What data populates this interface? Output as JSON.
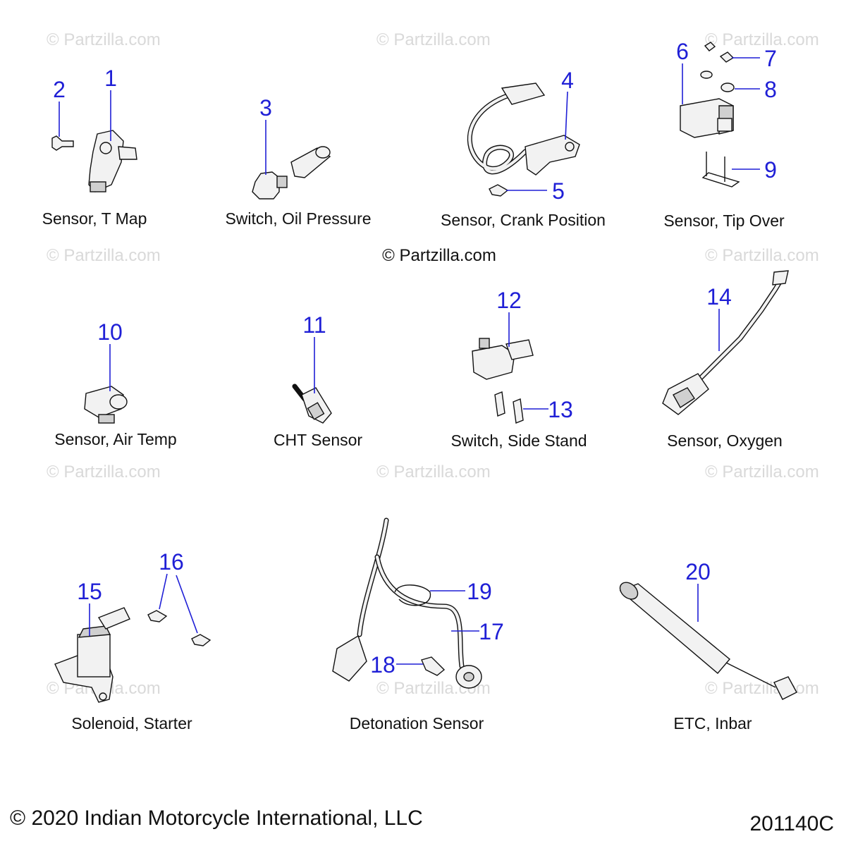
{
  "watermark": "© Partzilla.com",
  "center_watermark": "© Partzilla.com",
  "captions": [
    "Sensor, T Map",
    "Switch, Oil Pressure",
    "Sensor, Crank Position",
    "Sensor, Tip Over",
    "Sensor, Air Temp",
    "CHT Sensor",
    "Switch, Side Stand",
    "Sensor, Oxygen",
    "Solenoid, Starter",
    "Detonation Sensor",
    "ETC, Inbar"
  ],
  "callouts": [
    "1",
    "2",
    "3",
    "4",
    "5",
    "6",
    "7",
    "8",
    "9",
    "10",
    "11",
    "12",
    "13",
    "14",
    "15",
    "16",
    "17",
    "18",
    "19",
    "20"
  ],
  "footer": {
    "copyright": "© 2020 Indian Motorcycle International, LLC",
    "code": "201140C"
  },
  "colors": {
    "callout": "#1f1fd6",
    "watermark": "#d9d9d9",
    "text": "#111111"
  }
}
